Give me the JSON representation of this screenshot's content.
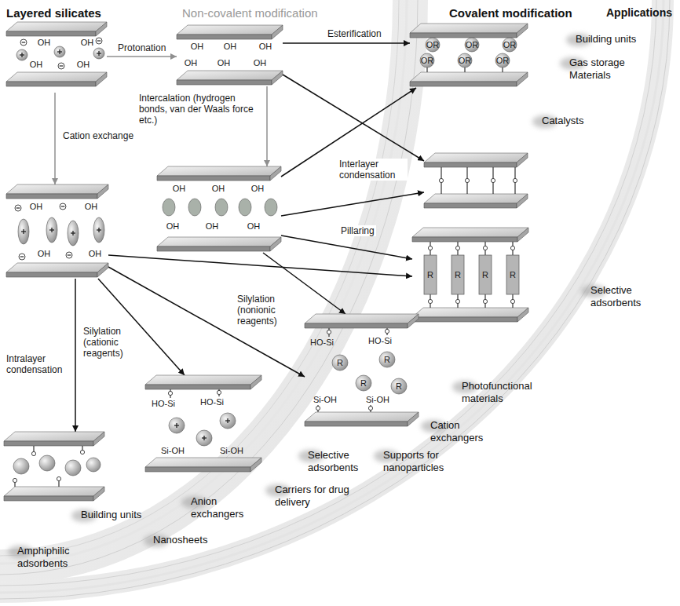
{
  "diagram": {
    "nodes": [
      {
        "text": [
          "OH",
          "OH",
          "OH",
          "OH"
        ]
      },
      {
        "text": [
          "OH",
          "OH",
          "OH",
          "OH",
          "OH",
          "OH"
        ]
      },
      {
        "text": [
          "OH",
          "OH",
          "OH",
          "OH"
        ]
      },
      {
        "text": [
          "OH",
          "OH",
          "OH",
          "OH",
          "OH",
          "OH"
        ]
      },
      {
        "text": [
          "OR",
          "OR",
          "OR",
          "OR",
          "OR",
          "OR"
        ]
      },
      {
        "text": []
      },
      {
        "text": [
          "R",
          "R",
          "R",
          "R"
        ]
      },
      {
        "text": [
          "HO-Si",
          "HO-Si",
          "R",
          "R",
          "R",
          "R",
          "Si-OH",
          "Si-OH"
        ]
      },
      {
        "text": []
      },
      {
        "text": [
          "HO-Si",
          "HO-Si",
          "Si-OH",
          "Si-OH"
        ]
      }
    ],
    "edges": [
      {
        "from": 0,
        "to": 1,
        "arrow": "to",
        "label": "Protonation"
      },
      {
        "from": 0,
        "to": 2,
        "arrow": "to",
        "label": "Cation exchange"
      },
      {
        "from": 1,
        "to": 3,
        "arrow": "to",
        "label": "Intercalation (hydrogen bonds, van der Waals force etc.)"
      },
      {
        "from": 1,
        "to": 4,
        "arrow": "to",
        "label": "Esterification"
      },
      {
        "from": 1,
        "to": 5,
        "arrow": "to"
      },
      {
        "from": 3,
        "to": 4,
        "arrow": "to"
      },
      {
        "from": 3,
        "to": 5,
        "arrow": "to",
        "label": "Interlayer condensation"
      },
      {
        "from": 3,
        "to": 6,
        "arrow": "to",
        "label": "Pillaring"
      },
      {
        "from": 2,
        "to": 6,
        "arrow": "to"
      },
      {
        "from": 3,
        "to": 7,
        "arrow": "to",
        "label": "Silylation (nonionic reagents)"
      },
      {
        "from": 2,
        "to": 7,
        "arrow": "to"
      },
      {
        "from": 2,
        "to": 8,
        "arrow": "to",
        "label": "Intralayer condensation"
      },
      {
        "from": 2,
        "to": 9,
        "arrow": "to",
        "label": "Silylation (cationic reagents)"
      }
    ],
    "labels": [
      "Layered silicates",
      "Non-covalent modification",
      "Covalent modification",
      "Applications",
      "Building units",
      "Gas storage Materials",
      "Catalysts",
      "Selective adsorbents",
      "Photofunctional materials",
      "Cation exchangers",
      "Supports for nanoparticles",
      "Selective adsorbents",
      "Carriers for drug delivery",
      "Anion exchangers",
      "Building units",
      "Nanosheets",
      "Amphiphilic adsorbents"
    ]
  }
}
